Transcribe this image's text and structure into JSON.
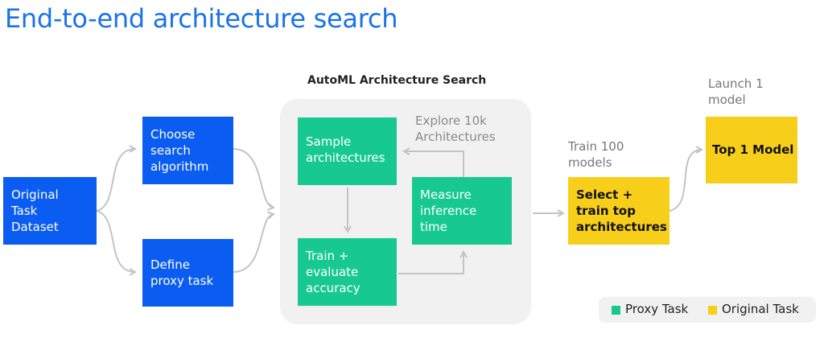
{
  "title": "End-to-end architecture search",
  "panel": {
    "title": "AutoML Architecture Search",
    "explore_label": [
      "Explore 10k",
      "Architectures"
    ]
  },
  "boxes": {
    "original_dataset": [
      "Original",
      "Task",
      "Dataset"
    ],
    "choose_search": [
      "Choose",
      "search",
      "algorithm"
    ],
    "define_proxy": [
      "Define",
      "proxy task"
    ],
    "sample_arch": [
      "Sample",
      "architectures"
    ],
    "train_eval": [
      "Train +",
      "evaluate",
      "accuracy"
    ],
    "measure_inference": [
      "Measure",
      "inference",
      "time"
    ],
    "select_train": [
      "Select +",
      "train top",
      "architectures"
    ],
    "top_model": [
      "Top 1 Model"
    ]
  },
  "labels": {
    "train_100": [
      "Train 100",
      "models"
    ],
    "launch_1": [
      "Launch 1",
      "model"
    ]
  },
  "legend": {
    "proxy": "Proxy Task",
    "original": "Original Task"
  },
  "colors": {
    "title": "#1a73e8",
    "blue_box": "#0b5cf0",
    "proxy_task": "#18c98f",
    "original_task": "#f7cf1a",
    "panel_bg": "#f1f1f1",
    "arrow": "#c4c4c4"
  }
}
